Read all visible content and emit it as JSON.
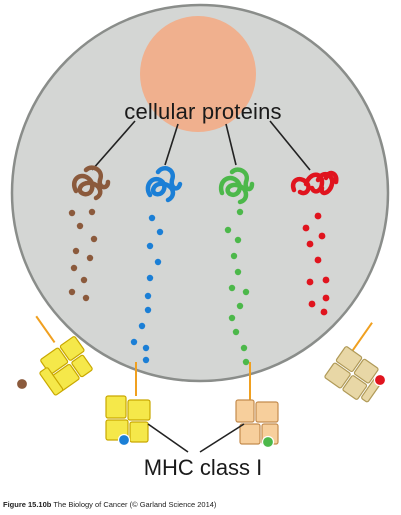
{
  "labels": {
    "proteins": "cellular proteins",
    "mhc": "MHC class I"
  },
  "caption": {
    "figure": "Figure 15.10b",
    "text": "The Biology of Cancer (© Garland Science 2014)"
  },
  "colors": {
    "cell_fill": "#d4d6d4",
    "cell_stroke": "#8a8d8a",
    "nucleus": "#f0b08e",
    "brown": "#8b5a3c",
    "blue": "#1b7fd6",
    "green": "#4cb84a",
    "red": "#e0141e",
    "mhc_yellow": "#f5e84a",
    "mhc_yellow_edge": "#c9a800",
    "mhc_peach": "#f7cf9c",
    "mhc_peach_edge": "#c48c4e",
    "mhc_tan": "#e8d7a6",
    "mhc_tan_edge": "#b09a58",
    "connector": "#f0a020"
  }
}
